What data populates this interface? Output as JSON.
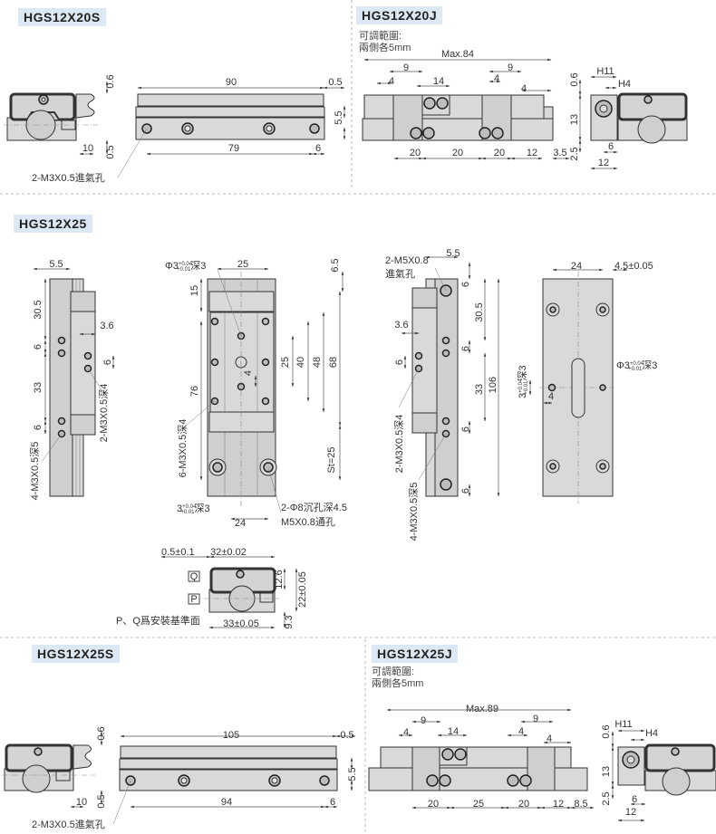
{
  "sections": {
    "hgs12x20s": {
      "title": "HGS12X20S",
      "dims": [
        "0.6",
        "90",
        "0.5",
        "5.5",
        "10",
        "0.5",
        "79",
        "6"
      ],
      "note": "2-M3X0.5進氣孔"
    },
    "hgs12x20j": {
      "title": "HGS12X20J",
      "range_line1": "可調範圍:",
      "range_line2": "兩側各5mm",
      "dims": [
        "Max.84",
        "9",
        "9",
        "4",
        "14",
        "4",
        "4",
        "20",
        "20",
        "20",
        "12",
        "3.5",
        "0.6",
        "H11",
        "H4",
        "13",
        "2.5",
        "6",
        "12"
      ]
    },
    "hgs12x25": {
      "title": "HGS12X25",
      "left_view": {
        "dims": [
          "5.5",
          "30.5",
          "6",
          "33",
          "6",
          "3.6",
          "6"
        ],
        "note_tap_jaw": "2-M3X0.5深4",
        "note_tap_rail": "4-M3X0.5深5"
      },
      "top_view": {
        "dims": [
          "25",
          "6.5",
          "15",
          "25",
          "40",
          "48",
          "68",
          "4",
          "76",
          "24",
          "St=25"
        ],
        "note_taps": "6-M3X0.5深4",
        "note_counterbore": "2-Φ8沉孔深4.5",
        "note_through": "M5X0.8通孔",
        "pin_hole": {
          "size": "Φ3",
          "tol_upper": "+0.04",
          "tol_lower": "+0.01",
          "depth": "深3"
        },
        "pin_slot": {
          "size": "3",
          "tol_upper": "+0.04",
          "tol_lower": "+0.01",
          "depth": "深3"
        }
      },
      "right_view": {
        "dims": [
          "5.5",
          "6",
          "30.5",
          "3.6",
          "6",
          "6",
          "33",
          "106",
          "6",
          "6"
        ],
        "note_port_1": "2-M5X0.8",
        "note_port_2": "進氣孔",
        "note_tap_jaw": "2-M3X0.5深4",
        "note_tap_rail": "4-M3X0.5深5"
      },
      "bottom_view": {
        "dims": [
          "24",
          "4.5±0.05",
          "4"
        ],
        "pin_hole": {
          "size": "Φ3",
          "tol_upper": "+0.04",
          "tol_lower": "+0.01",
          "depth": "深3"
        },
        "pin_slot": {
          "size": "3",
          "tol_upper": "+0.04",
          "tol_lower": "+0.01",
          "depth": "深3"
        }
      },
      "end_detail": {
        "dims": [
          "0.5±0.1",
          "32±0.02",
          "12.6",
          "22±0.05",
          "33±0.05",
          "9.3"
        ],
        "datum_q": "Q",
        "datum_p": "P",
        "note": "P、Q爲安裝基準面"
      }
    },
    "hgs12x25s": {
      "title": "HGS12X25S",
      "dims": [
        "0.6",
        "105",
        "0.5",
        "5.5",
        "10",
        "0.5",
        "94",
        "6"
      ],
      "note": "2-M3X0.5進氣孔"
    },
    "hgs12x25j": {
      "title": "HGS12X25J",
      "range_line1": "可調範圍:",
      "range_line2": "兩側各5mm",
      "dims": [
        "Max.89",
        "9",
        "9",
        "4",
        "14",
        "4",
        "4",
        "20",
        "25",
        "20",
        "12",
        "8.5",
        "0.6",
        "H11",
        "H4",
        "13",
        "2.5",
        "6",
        "12"
      ]
    }
  }
}
